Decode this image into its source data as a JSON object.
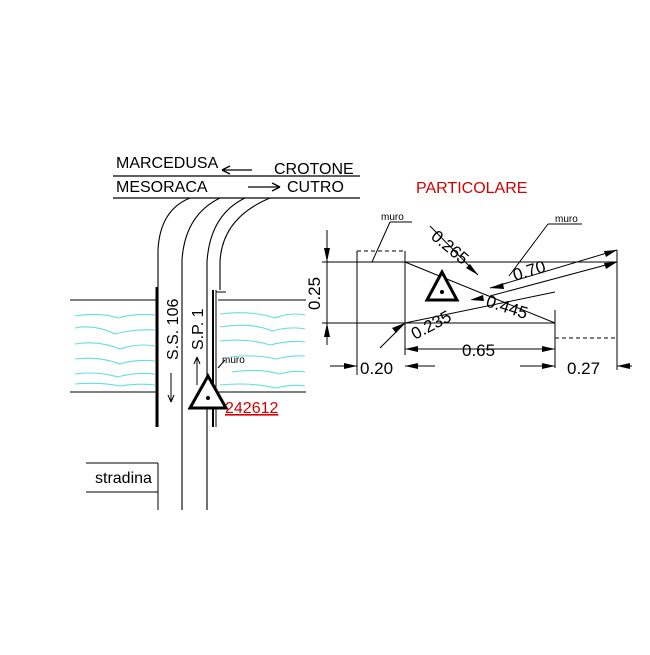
{
  "directions": {
    "marcedusa": "MARCEDUSA",
    "mesoraca": "MESORACA",
    "crotone": "CROTONE",
    "cutro": "CUTRO"
  },
  "roads": {
    "ss106": "S.S. 106",
    "sp1": "S.P. 1",
    "stradina": "stradina"
  },
  "site": {
    "wall_label": "muro",
    "code": "242612"
  },
  "detail": {
    "title": "PARTICOLARE",
    "wall_label_left": "muro",
    "wall_label_right": "muro",
    "dims": {
      "d025": "0.25",
      "d0265": "0.265",
      "d070": "0.70",
      "d0445": "0.445",
      "d0235": "0.235",
      "d065": "0.65",
      "d020": "0.20",
      "d027": "0.27"
    }
  },
  "colors": {
    "water": "#66dddd",
    "title_red": "#d40000",
    "line": "#000000"
  }
}
